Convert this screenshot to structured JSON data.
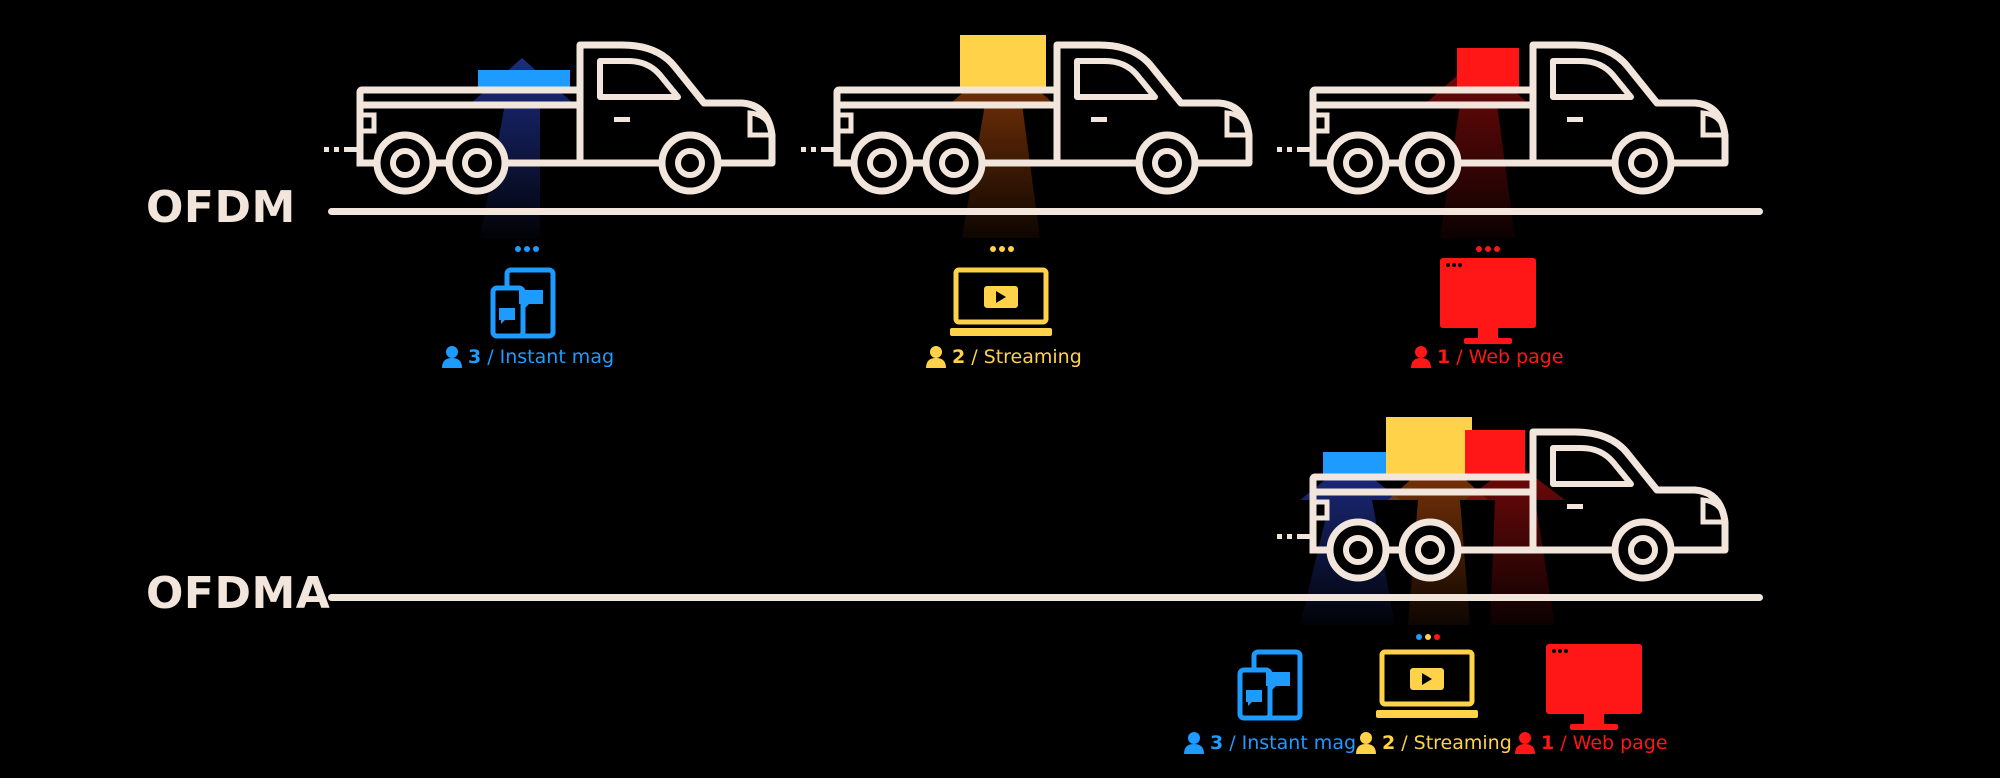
{
  "rows": [
    {
      "title": "OFDM"
    },
    {
      "title": "OFDMA"
    }
  ],
  "traffic": [
    {
      "users": "3",
      "separator": "/",
      "name": "Instant mag",
      "icon": "tablet-chat-icon",
      "color": "#1e9bff"
    },
    {
      "users": "2",
      "separator": "/",
      "name": "Streaming",
      "icon": "laptop-play-icon",
      "color": "#ffd24a"
    },
    {
      "users": "1",
      "separator": "/",
      "name": "Web page",
      "icon": "monitor-icon",
      "color": "#ff1616"
    }
  ],
  "colors": {
    "background": "#000000",
    "truck_stroke": "#f2e6dc",
    "blue": "#1e9bff",
    "yellow": "#ffd24a",
    "red": "#ff1616"
  }
}
